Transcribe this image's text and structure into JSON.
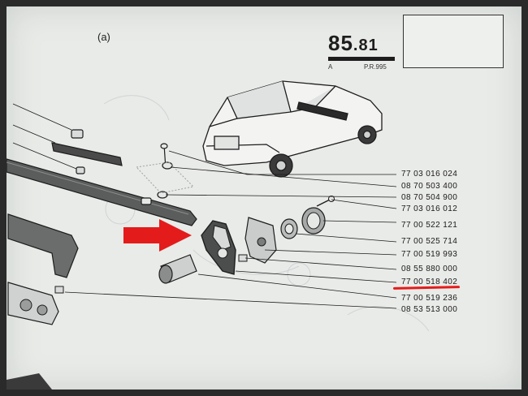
{
  "header": {
    "section_label": "(a)",
    "page_number_main": "85",
    "page_number_sub": ".81",
    "mark_a": "A",
    "mark_pr": "P.R.995"
  },
  "colors": {
    "paper": "#e9ebe8",
    "ink": "#1d1d1d",
    "highlight": "#e41b1b"
  },
  "icons": {
    "arrow": "red-arrow-icon"
  },
  "part_numbers": [
    "77 03 016 024",
    "08 70 503 400",
    "08 70 504 900",
    "77 03 016 012",
    "77 00 522 121",
    "77 00 525 714",
    "77 00 519 993",
    "08 55 880 000",
    "77 00 518 402",
    "77 00 519 236",
    "08 53 513 000"
  ],
  "highlighted_part": "77 00 518 402"
}
